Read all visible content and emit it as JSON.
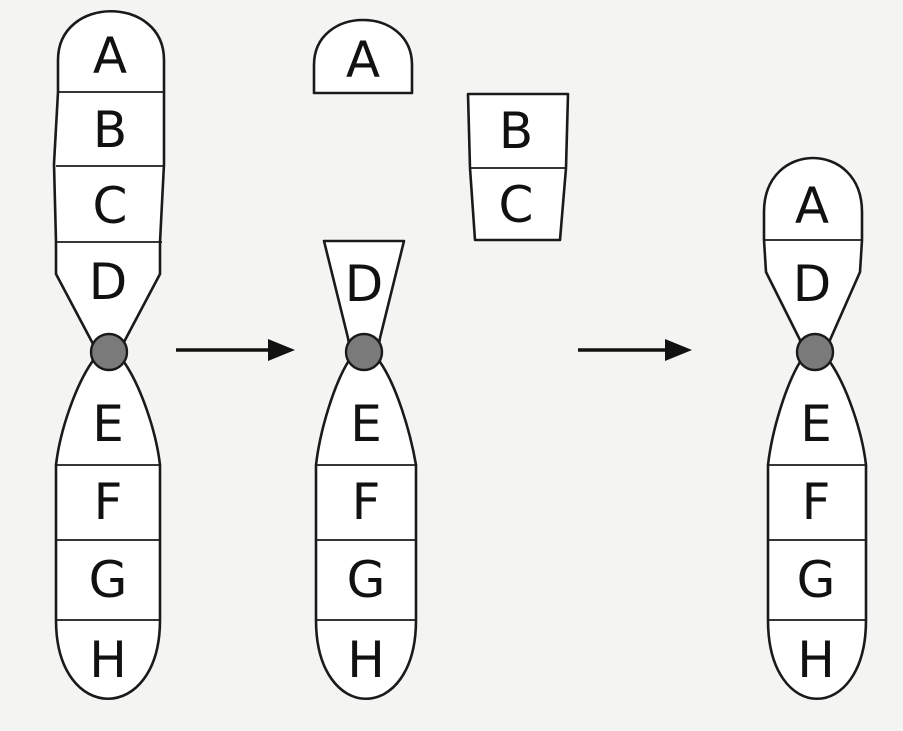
{
  "diagram": {
    "original": {
      "genes": [
        "A",
        "B",
        "C",
        "D",
        "E",
        "F",
        "G",
        "H"
      ]
    },
    "broken": {
      "top_fragment": [
        "A"
      ],
      "excised_fragment": [
        "B",
        "C"
      ],
      "remaining_arm": [
        "D",
        "E",
        "F",
        "G",
        "H"
      ]
    },
    "result": {
      "genes": [
        "A",
        "D",
        "E",
        "F",
        "G",
        "H"
      ]
    }
  },
  "colors": {
    "outline": "#1a1a1a",
    "fill": "#ffffff",
    "centromere": "#7a7a7a",
    "background": "#f4f4f2"
  },
  "icons": [
    "right-arrow-icon",
    "right-arrow-icon"
  ]
}
